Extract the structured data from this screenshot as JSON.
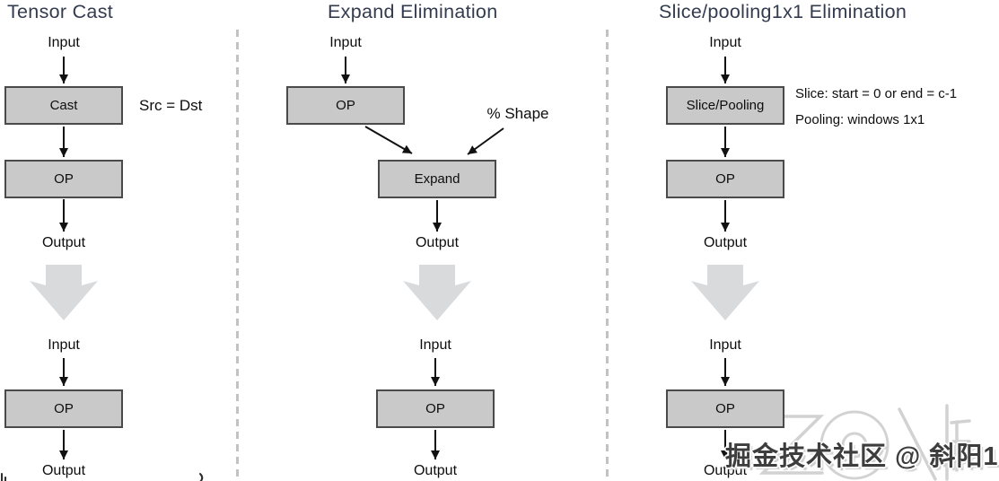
{
  "colors": {
    "background": "#ffffff",
    "title": "#333b4f",
    "text": "#0d0d0d",
    "box_fill": "#c9c9c9",
    "box_border": "#4a4a4a",
    "arrow": "#111111",
    "block_arrow": "#d8dadb",
    "separator": "#c0c3c5",
    "watermark_text": "#3d3d3d",
    "watermark_faint": "#d2d2d2"
  },
  "columns": [
    {
      "title": "Tensor Cast",
      "before": {
        "input_label": "Input",
        "boxes": [
          "Cast",
          "OP"
        ],
        "output_label": "Output",
        "note": "Src = Dst"
      },
      "after": {
        "input_label": "Input",
        "boxes": [
          "OP"
        ],
        "output_label": "Output"
      }
    },
    {
      "title": "Expand Elimination",
      "before": {
        "input_label": "Input",
        "boxes": [
          "OP",
          "Expand"
        ],
        "output_label": "Output",
        "note": "% Shape"
      },
      "after": {
        "input_label": "Input",
        "boxes": [
          "OP"
        ],
        "output_label": "Output"
      }
    },
    {
      "title": "Slice/pooling1x1 Elimination",
      "before": {
        "input_label": "Input",
        "boxes": [
          "Slice/Pooling",
          "OP"
        ],
        "output_label": "Output",
        "notes": [
          "Slice: start = 0 or end = c-1",
          "Pooling: windows 1x1"
        ]
      },
      "after": {
        "input_label": "Input",
        "boxes": [
          "OP"
        ],
        "output_label": "Output"
      }
    }
  ],
  "watermark": {
    "text": "掘金技术社区 @ 斜阳1"
  }
}
